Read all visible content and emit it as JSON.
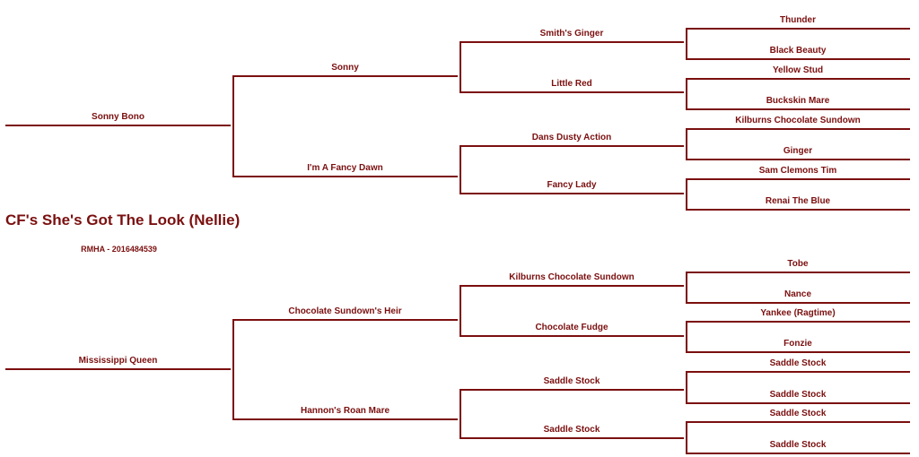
{
  "horse": {
    "name": "CF's She's Got The Look (Nellie)",
    "registration": "RMHA - 2016484539"
  },
  "colors": {
    "line": "#7b0f0f",
    "text": "#7b0f0f"
  },
  "sire": {
    "name": "Sonny Bono",
    "sire": {
      "name": "Sonny",
      "sire": {
        "name": "Smith's Ginger",
        "sire": "Thunder",
        "dam": "Black Beauty"
      },
      "dam": {
        "name": "Little Red",
        "sire": "Yellow Stud",
        "dam": "Buckskin Mare"
      }
    },
    "dam": {
      "name": "I'm A Fancy Dawn",
      "sire": {
        "name": "Dans Dusty Action",
        "sire": "Kilburns Chocolate Sundown",
        "dam": "Ginger"
      },
      "dam": {
        "name": "Fancy Lady",
        "sire": "Sam Clemons Tim",
        "dam": "Renai The Blue"
      }
    }
  },
  "dam": {
    "name": "Mississippi Queen",
    "sire": {
      "name": "Chocolate Sundown's Heir",
      "sire": {
        "name": "Kilburns Chocolate Sundown",
        "sire": "Tobe",
        "dam": "Nance"
      },
      "dam": {
        "name": "Chocolate Fudge",
        "sire": "Yankee (Ragtime)",
        "dam": "Fonzie"
      }
    },
    "dam": {
      "name": "Hannon's Roan Mare",
      "sire": {
        "name": "Saddle Stock",
        "sire": "Saddle Stock",
        "dam": "Saddle Stock"
      },
      "dam": {
        "name": "Saddle Stock",
        "sire": "Saddle Stock",
        "dam": "Saddle Stock"
      }
    }
  }
}
